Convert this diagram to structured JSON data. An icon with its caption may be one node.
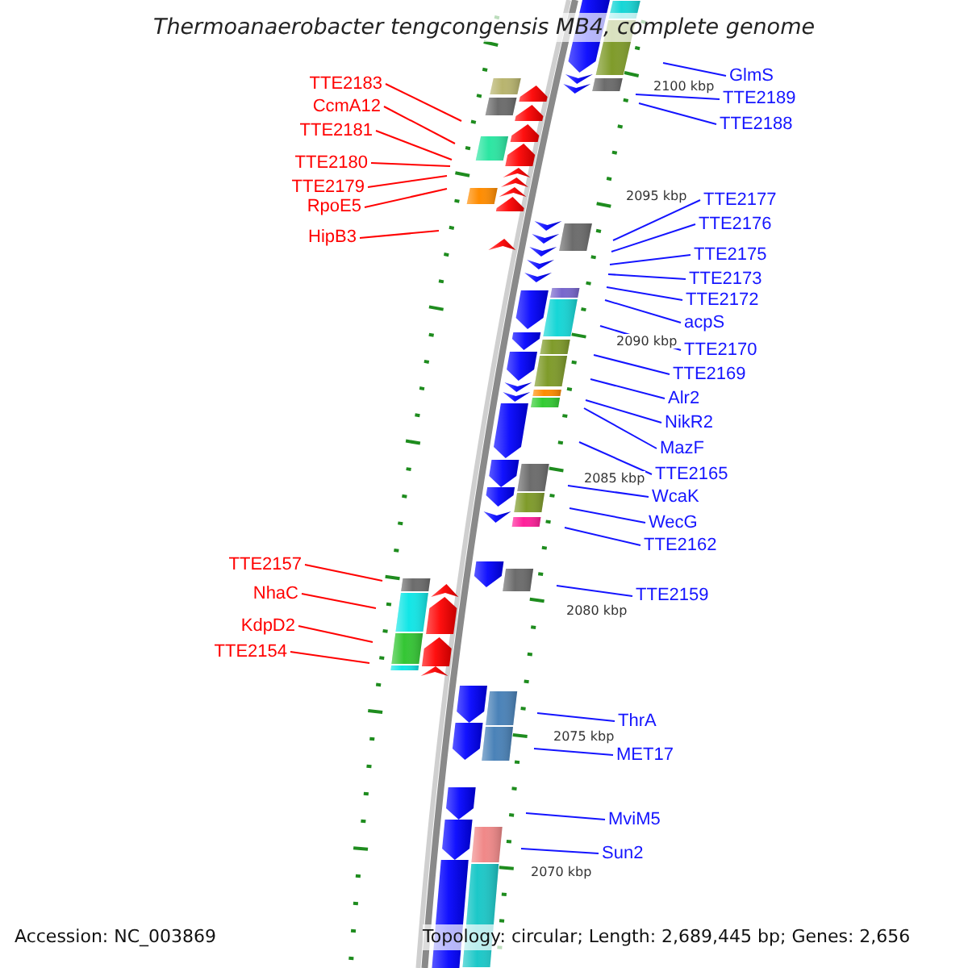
{
  "diagram": {
    "title": "Thermoanaerobacter tengcongensis MB4, complete genome",
    "nodes": [
      {
        "text": [
          "TTE2183"
        ]
      },
      {
        "text": [
          "CcmA12"
        ]
      },
      {
        "text": [
          "TTE2181"
        ]
      },
      {
        "text": [
          "TTE2180"
        ]
      },
      {
        "text": [
          "TTE2179"
        ]
      },
      {
        "text": [
          "RpoE5"
        ]
      },
      {
        "text": [
          "HipB3"
        ]
      },
      {
        "text": [
          "GlmS"
        ]
      },
      {
        "text": [
          "TTE2189"
        ]
      },
      {
        "text": [
          "TTE2188"
        ]
      },
      {
        "text": [
          "TTE2177"
        ]
      },
      {
        "text": [
          "TTE2176"
        ]
      },
      {
        "text": [
          "TTE2175"
        ]
      },
      {
        "text": [
          "TTE2173"
        ]
      },
      {
        "text": [
          "TTE2172"
        ]
      },
      {
        "text": [
          "acpS"
        ]
      },
      {
        "text": [
          "TTE2170"
        ]
      },
      {
        "text": [
          "TTE2169"
        ]
      },
      {
        "text": [
          "Alr2"
        ]
      },
      {
        "text": [
          "NikR2"
        ]
      },
      {
        "text": [
          "MazF"
        ]
      },
      {
        "text": [
          "TTE2165"
        ]
      },
      {
        "text": [
          "WcaK"
        ]
      },
      {
        "text": [
          "WecG"
        ]
      },
      {
        "text": [
          "TTE2162"
        ]
      },
      {
        "text": [
          "TTE2157"
        ]
      },
      {
        "text": [
          "NhaC"
        ]
      },
      {
        "text": [
          "TTE2159"
        ]
      },
      {
        "text": [
          "KdpD2"
        ]
      },
      {
        "text": [
          "TTE2154"
        ]
      },
      {
        "text": [
          "ThrA"
        ]
      },
      {
        "text": [
          "MET17"
        ]
      },
      {
        "text": [
          "MviM5"
        ]
      },
      {
        "text": [
          "Sun2"
        ]
      }
    ],
    "edges": [
      {
        "from": 0,
        "to": null,
        "arrow": "none",
        "color": "#ff0000"
      },
      {
        "from": 1,
        "to": null,
        "arrow": "none",
        "color": "#ff0000"
      },
      {
        "from": 2,
        "to": null,
        "arrow": "none",
        "color": "#ff0000"
      },
      {
        "from": 3,
        "to": null,
        "arrow": "none",
        "color": "#ff0000"
      },
      {
        "from": 4,
        "to": null,
        "arrow": "none",
        "color": "#ff0000"
      },
      {
        "from": 5,
        "to": null,
        "arrow": "none",
        "color": "#ff0000"
      },
      {
        "from": 6,
        "to": null,
        "arrow": "none",
        "color": "#ff0000"
      },
      {
        "from": 7,
        "to": null,
        "arrow": "none"
      },
      {
        "from": 8,
        "to": null,
        "arrow": "none"
      },
      {
        "from": 9,
        "to": null,
        "arrow": "none"
      },
      {
        "from": 10,
        "to": null,
        "arrow": "none"
      },
      {
        "from": 11,
        "to": null,
        "arrow": "none"
      },
      {
        "from": 12,
        "to": null,
        "arrow": "none"
      },
      {
        "from": 13,
        "to": null,
        "arrow": "none"
      },
      {
        "from": 14,
        "to": null,
        "arrow": "none"
      },
      {
        "from": 15,
        "to": null,
        "arrow": "none"
      },
      {
        "from": 16,
        "to": null,
        "arrow": "none"
      },
      {
        "from": 17,
        "to": null,
        "arrow": "none"
      },
      {
        "from": 18,
        "to": null,
        "arrow": "none"
      },
      {
        "from": 19,
        "to": null,
        "arrow": "none"
      },
      {
        "from": 20,
        "to": null,
        "arrow": "none"
      },
      {
        "from": 21,
        "to": null,
        "arrow": "none"
      },
      {
        "from": 22,
        "to": null,
        "arrow": "none"
      },
      {
        "from": 23,
        "to": null,
        "arrow": "none"
      },
      {
        "from": 24,
        "to": null,
        "arrow": "none"
      },
      {
        "from": 25,
        "to": null,
        "arrow": "none",
        "color": "#ff0000"
      },
      {
        "from": 26,
        "to": null,
        "arrow": "none",
        "color": "#ff0000"
      },
      {
        "from": 27,
        "to": null,
        "arrow": "none"
      },
      {
        "from": 28,
        "to": null,
        "arrow": "none",
        "color": "#ff0000"
      },
      {
        "from": 29,
        "to": null,
        "arrow": "none",
        "color": "#ff0000"
      },
      {
        "from": 30,
        "to": null,
        "arrow": "none"
      },
      {
        "from": 31,
        "to": null,
        "arrow": "none"
      },
      {
        "from": 32,
        "to": null,
        "arrow": "none"
      },
      {
        "from": 33,
        "to": null,
        "arrow": "none"
      }
    ],
    "labels": [
      "2100 kbp",
      "2095 kbp",
      "2090 kbp",
      "2085 kbp",
      "2080 kbp",
      "2075 kbp",
      "2070 kbp",
      "Accession: NC_003869",
      "Topology: circular; Length: 2,689,445 bp; Genes: 2,656"
    ]
  }
}
